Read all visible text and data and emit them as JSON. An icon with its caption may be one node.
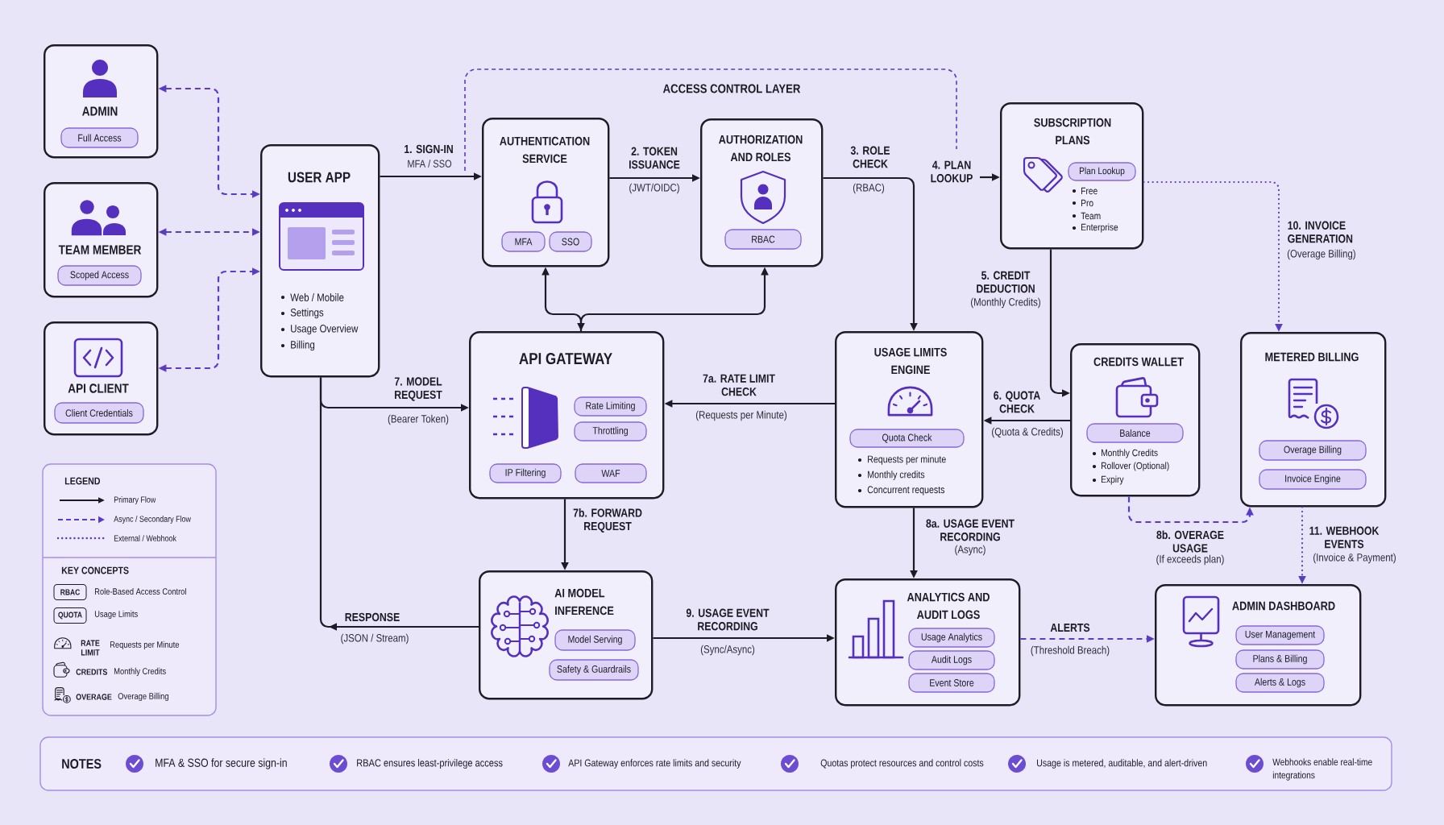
{
  "diagram": {
    "nodes": [
      {
        "text": [
          "ADMIN"
        ]
      },
      {
        "text": [
          "Full Access"
        ],
        "in": 0
      },
      {
        "text": [
          "TEAM MEMBER"
        ]
      },
      {
        "text": [
          "Scoped Access"
        ],
        "in": 2
      },
      {
        "text": [
          "API CLIENT"
        ]
      },
      {
        "text": [
          "Client Credentials"
        ],
        "in": 4
      },
      {
        "text": [
          "USER APP",
          "Web / Mobile",
          "Settings",
          "Usage Overview",
          "Billing"
        ]
      },
      {
        "text": [
          "AUTHENTICATION SERVICE"
        ]
      },
      {
        "text": [
          "MFA"
        ],
        "in": 7
      },
      {
        "text": [
          "SSO"
        ],
        "in": 7
      },
      {
        "text": [
          "AUTHORIZATION AND ROLES"
        ]
      },
      {
        "text": [
          "RBAC"
        ],
        "in": 10
      },
      {
        "text": [
          "SUBSCRIPTION PLANS",
          "Free",
          "Pro",
          "Team",
          "Enterprise"
        ]
      },
      {
        "text": [
          "Plan Lookup"
        ],
        "in": 12
      },
      {
        "text": [
          "API GATEWAY"
        ]
      },
      {
        "text": [
          "Rate Limiting"
        ],
        "in": 14
      },
      {
        "text": [
          "Throttling"
        ],
        "in": 14
      },
      {
        "text": [
          "IP Filtering"
        ],
        "in": 14
      },
      {
        "text": [
          "WAF"
        ],
        "in": 14
      },
      {
        "text": [
          "USAGE LIMITS ENGINE",
          "Requests per minute",
          "Monthly credits",
          "Concurrent requests"
        ]
      },
      {
        "text": [
          "Quota Check"
        ],
        "in": 19
      },
      {
        "text": [
          "CREDITS WALLET",
          "Monthly Credits",
          "Rollover (Optional)",
          "Expiry"
        ]
      },
      {
        "text": [
          "Balance"
        ],
        "in": 21
      },
      {
        "text": [
          "METERED BILLING"
        ]
      },
      {
        "text": [
          "Overage Billing"
        ],
        "in": 23
      },
      {
        "text": [
          "Invoice Engine"
        ],
        "in": 23
      },
      {
        "text": [
          "AI MODEL INFERENCE"
        ]
      },
      {
        "text": [
          "Model Serving"
        ],
        "in": 26
      },
      {
        "text": [
          "Safety & Guardrails"
        ],
        "in": 26
      },
      {
        "text": [
          "ANALYTICS AND AUDIT LOGS"
        ]
      },
      {
        "text": [
          "Usage Analytics"
        ],
        "in": 29
      },
      {
        "text": [
          "Audit Logs"
        ],
        "in": 29
      },
      {
        "text": [
          "Event Store"
        ],
        "in": 29
      },
      {
        "text": [
          "ADMIN DASHBOARD"
        ]
      },
      {
        "text": [
          "User Management"
        ],
        "in": 33
      },
      {
        "text": [
          "Plans & Billing"
        ],
        "in": 33
      },
      {
        "text": [
          "Alerts & Logs"
        ],
        "in": 33
      }
    ],
    "edges": [
      {
        "from": 0,
        "to": 6,
        "arrow": "both",
        "style": "dashed",
        "color": "#5b3cc4"
      },
      {
        "from": 2,
        "to": 6,
        "arrow": "both",
        "style": "dashed",
        "color": "#5b3cc4"
      },
      {
        "from": 4,
        "to": 6,
        "arrow": "both",
        "style": "dashed",
        "color": "#5b3cc4"
      },
      {
        "from": 6,
        "to": 7,
        "arrow": "to",
        "label": "1. SIGN-IN"
      },
      {
        "from": 7,
        "to": 10,
        "arrow": "to",
        "label": "2. TOKEN ISSUANCE"
      },
      {
        "from": 10,
        "to": 19,
        "arrow": "to",
        "label": "3. ROLE CHECK"
      },
      {
        "from": null,
        "to": 12,
        "arrow": "to",
        "label": "4. PLAN LOOKUP"
      },
      {
        "from": 14,
        "to": 7,
        "arrow": "both"
      },
      {
        "from": 14,
        "to": 10,
        "arrow": "to"
      },
      {
        "from": 6,
        "to": 14,
        "arrow": "to",
        "label": "7. MODEL REQUEST"
      },
      {
        "from": 19,
        "to": 14,
        "arrow": "to",
        "label": "7a. RATE LIMIT CHECK"
      },
      {
        "from": 14,
        "to": 26,
        "arrow": "to",
        "label": "7b. FORWARD REQUEST"
      },
      {
        "from": 26,
        "to": 6,
        "arrow": "to",
        "label": "RESPONSE"
      },
      {
        "from": 12,
        "to": 21,
        "arrow": "to",
        "label": "5. CREDIT DEDUCTION"
      },
      {
        "from": 21,
        "to": 19,
        "arrow": "to",
        "label": "6. QUOTA CHECK"
      },
      {
        "from": 19,
        "to": 29,
        "arrow": "to",
        "label": "8a. USAGE EVENT RECORDING"
      },
      {
        "from": 21,
        "to": 23,
        "arrow": "to",
        "label": "8b. OVERAGE USAGE",
        "style": "dashed",
        "color": "#5b3cc4"
      },
      {
        "from": 26,
        "to": 29,
        "arrow": "to",
        "label": "9. USAGE EVENT RECORDING"
      },
      {
        "from": 12,
        "to": 23,
        "arrow": "to",
        "label": "10. INVOICE GENERATION",
        "style": "dashed",
        "color": "#5b3cc4"
      },
      {
        "from": 23,
        "to": 33,
        "arrow": "to",
        "label": "11. WEBHOOK EVENTS",
        "style": "dashed",
        "color": "#5b3cc4"
      },
      {
        "from": 29,
        "to": 33,
        "arrow": "to",
        "label": "ALERTS",
        "style": "dashed",
        "color": "#5b3cc4"
      }
    ],
    "labels": [
      "ACCESS CONTROL LAYER",
      "MFA / SSO",
      "(JWT/OIDC)",
      "(RBAC)",
      "(Overage Billing)",
      "(Monthly Credits)",
      "(Bearer Token)",
      "(Requests per Minute)",
      "(Quota & Credits)",
      "(Async)",
      "(If exceeds plan)",
      "(Invoice & Payment)",
      "(JSON / Stream)",
      "(Sync/Async)",
      "(Threshold Breach)",
      "LEGEND",
      "KEY CONCEPTS",
      "RBAC",
      "Role-Based Access Control",
      "QUOTA",
      "Usage Limits",
      "RATE LIMIT",
      "Requests per Minute",
      "CREDITS",
      "Monthly Credits",
      "OVERAGE",
      "Overage Billing",
      "NOTES",
      "MFA & SSO for secure sign-in",
      "RBAC ensures least-privilege access",
      "API Gateway enforces rate limits and security",
      "Quotas protect resources and control costs",
      "Usage is metered, auditable, and alert-driven",
      "Webhooks enable real-time integrations"
    ],
    "legend": [
      {
        "text": "Primary Flow"
      },
      {
        "text": "Async / Secondary Flow"
      },
      {
        "text": "External / Webhook"
      }
    ]
  }
}
